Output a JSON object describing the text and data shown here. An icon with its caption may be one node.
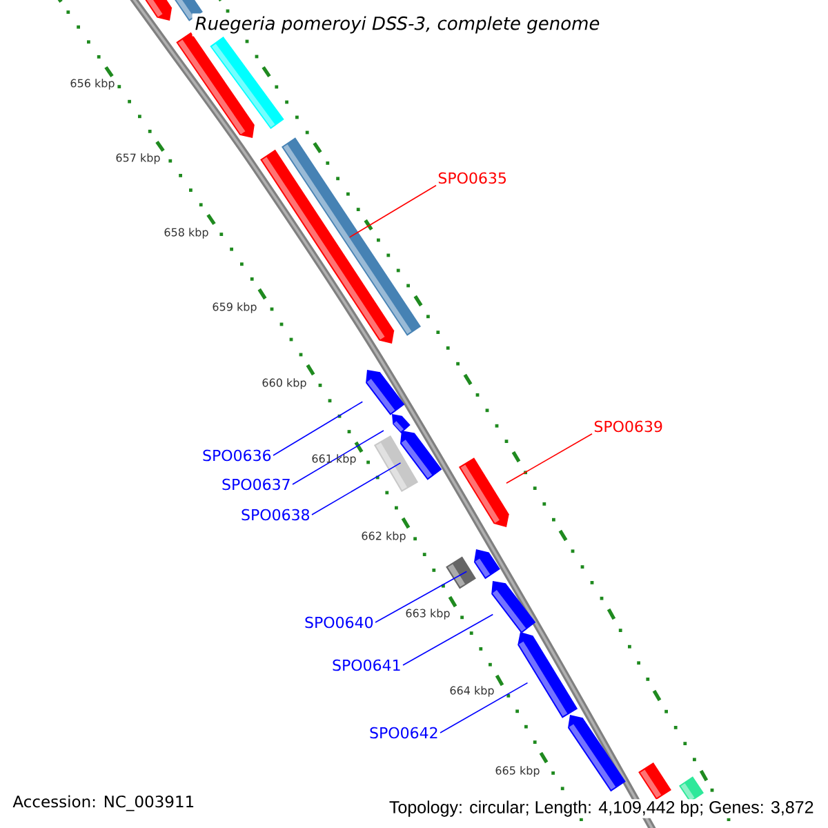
{
  "diagram": {
    "title": "Ruegeria pomeroyi DSS-3, complete genome",
    "nodes": [
      {
        "text": [],
        "shape": "bar"
      },
      {
        "text": [],
        "shape": "bar"
      },
      {
        "text": [],
        "shape": "bar"
      },
      {
        "text": [],
        "shape": "bar"
      },
      {
        "text": [],
        "shape": "bar"
      },
      {
        "text": [],
        "shape": "bar"
      },
      {
        "text": [],
        "shape": "bar"
      },
      {
        "text": [],
        "shape": "bar"
      },
      {
        "text": [],
        "shape": "bar"
      },
      {
        "text": [],
        "shape": "bar"
      },
      {
        "text": [],
        "shape": "bar"
      },
      {
        "text": [],
        "shape": "bar"
      },
      {
        "text": [],
        "shape": "bar"
      },
      {
        "text": [],
        "shape": "bar"
      },
      {
        "text": [],
        "shape": "bar"
      },
      {
        "text": [],
        "shape": "bar"
      },
      {
        "text": [],
        "shape": "bar"
      },
      {
        "text": [],
        "shape": "bar"
      },
      {
        "text": [
          "SPO0635"
        ]
      },
      {
        "text": [
          "SPO0636"
        ]
      },
      {
        "text": [
          "SPO0637"
        ]
      },
      {
        "text": [
          "SPO0638"
        ]
      },
      {
        "text": [
          "SPO0639"
        ]
      },
      {
        "text": [
          "SPO0640"
        ]
      },
      {
        "text": [
          "SPO0641"
        ]
      },
      {
        "text": [
          "SPO0642"
        ]
      }
    ],
    "edges": [
      {
        "from": 18,
        "to": 4,
        "arrow": "none",
        "color": "#ff0000"
      },
      {
        "from": 19,
        "to": 6,
        "arrow": "none"
      },
      {
        "from": 20,
        "to": 7,
        "arrow": "none"
      },
      {
        "from": 21,
        "to": 8,
        "arrow": "none"
      },
      {
        "from": 22,
        "to": 10,
        "arrow": "none",
        "color": "#ff0000"
      },
      {
        "from": 23,
        "to": 11,
        "arrow": "none"
      },
      {
        "from": 24,
        "to": 13,
        "arrow": "none"
      },
      {
        "from": 25,
        "to": 14,
        "arrow": "none"
      }
    ],
    "labels": [
      "656 kbp",
      "657 kbp",
      "658 kbp",
      "659 kbp",
      "660 kbp",
      "661 kbp",
      "662 kbp",
      "663 kbp",
      "664 kbp",
      "665 kbp",
      "Accession: NC_003911",
      "Topology: circular; Length: 4,109,442 bp; Genes: 3,872"
    ]
  }
}
